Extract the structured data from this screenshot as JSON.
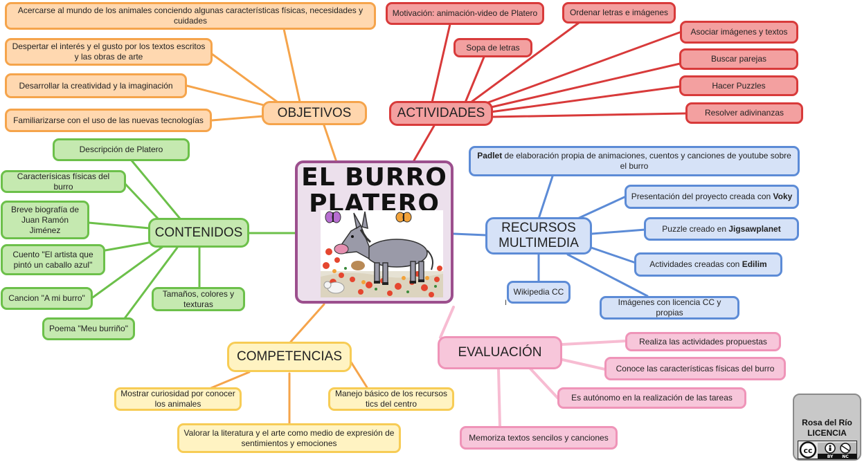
{
  "center": {
    "title": "EL BURRO PLATERO"
  },
  "colors": {
    "orange": "#f5a44b",
    "red": "#d83a3a",
    "green": "#6cc04a",
    "blue": "#5c8bd6",
    "pink": "#ef94b8",
    "yellow": "#f7cc55",
    "purple": "#9c4f8d"
  },
  "objetivos": {
    "label": "OBJETIVOS",
    "items": [
      "Acercarse al mundo de los animales conciendo algunas características físicas, necesidades y cuidades",
      "Despertar el interés y el gusto por los textos escritos y las obras de arte",
      "Desarrollar la creatividad y la imaginación",
      "Familiarizarse con el uso de las nuevas tecnologías"
    ]
  },
  "actividades": {
    "label": "ACTIVIDADES",
    "items": [
      "Motivación: animación-video de Platero",
      "Sopa de letras",
      "Ordenar letras e imágenes",
      "Asociar imágenes y textos",
      "Buscar parejas",
      "Hacer Puzzles",
      "Resolver adivinanzas"
    ]
  },
  "contenidos": {
    "label": "CONTENIDOS",
    "items": [
      "Descripción de Platero",
      "Caracterísicas físicas del burro",
      "Breve biografía de Juan Ramón Jiménez",
      "Cuento \"El artista que pintó un caballo azul\"",
      "Cancion \"A mi burro\"",
      "Poema \"Meu burriño\"",
      "Tamaños, colores y texturas"
    ]
  },
  "recursos": {
    "label": "RECURSOS MULTIMEDIA",
    "padlet": {
      "bold": "Padlet",
      "text": "  de elaboración propia de animaciones, cuentos y canciones de youtube sobre el burro"
    },
    "voky": {
      "text": "Presentación del proyecto creada con ",
      "bold": "Voky"
    },
    "jigsaw": {
      "text": "Puzzle creado en ",
      "bold": "Jigsawplanet"
    },
    "edilim": {
      "text": "Actividades creadas con ",
      "bold": "Edilim"
    },
    "wikipedia": "Wikipedia CC",
    "imagenes": "Imágenes con licencia CC y propias",
    "stray": "I"
  },
  "evaluacion": {
    "label": "EVALUACIÓN",
    "items": [
      "Realiza las actividades propuestas",
      "Conoce las características físicas del burro",
      "Es autónomo en la realización de las tareas",
      "Memoriza textos sencilos y canciones"
    ]
  },
  "competencias": {
    "label": "COMPETENCIAS",
    "items": [
      "Mostrar curiosidad por conocer los animales",
      "Manejo básico de los recursos tics del centro",
      "Valorar la literatura y el arte como medio de expresión de sentimientos y emociones"
    ]
  },
  "license": {
    "author": "Rosa del Río",
    "label": "LICENCIA",
    "by": "BY",
    "nc": "NC",
    "cc": "cc"
  }
}
